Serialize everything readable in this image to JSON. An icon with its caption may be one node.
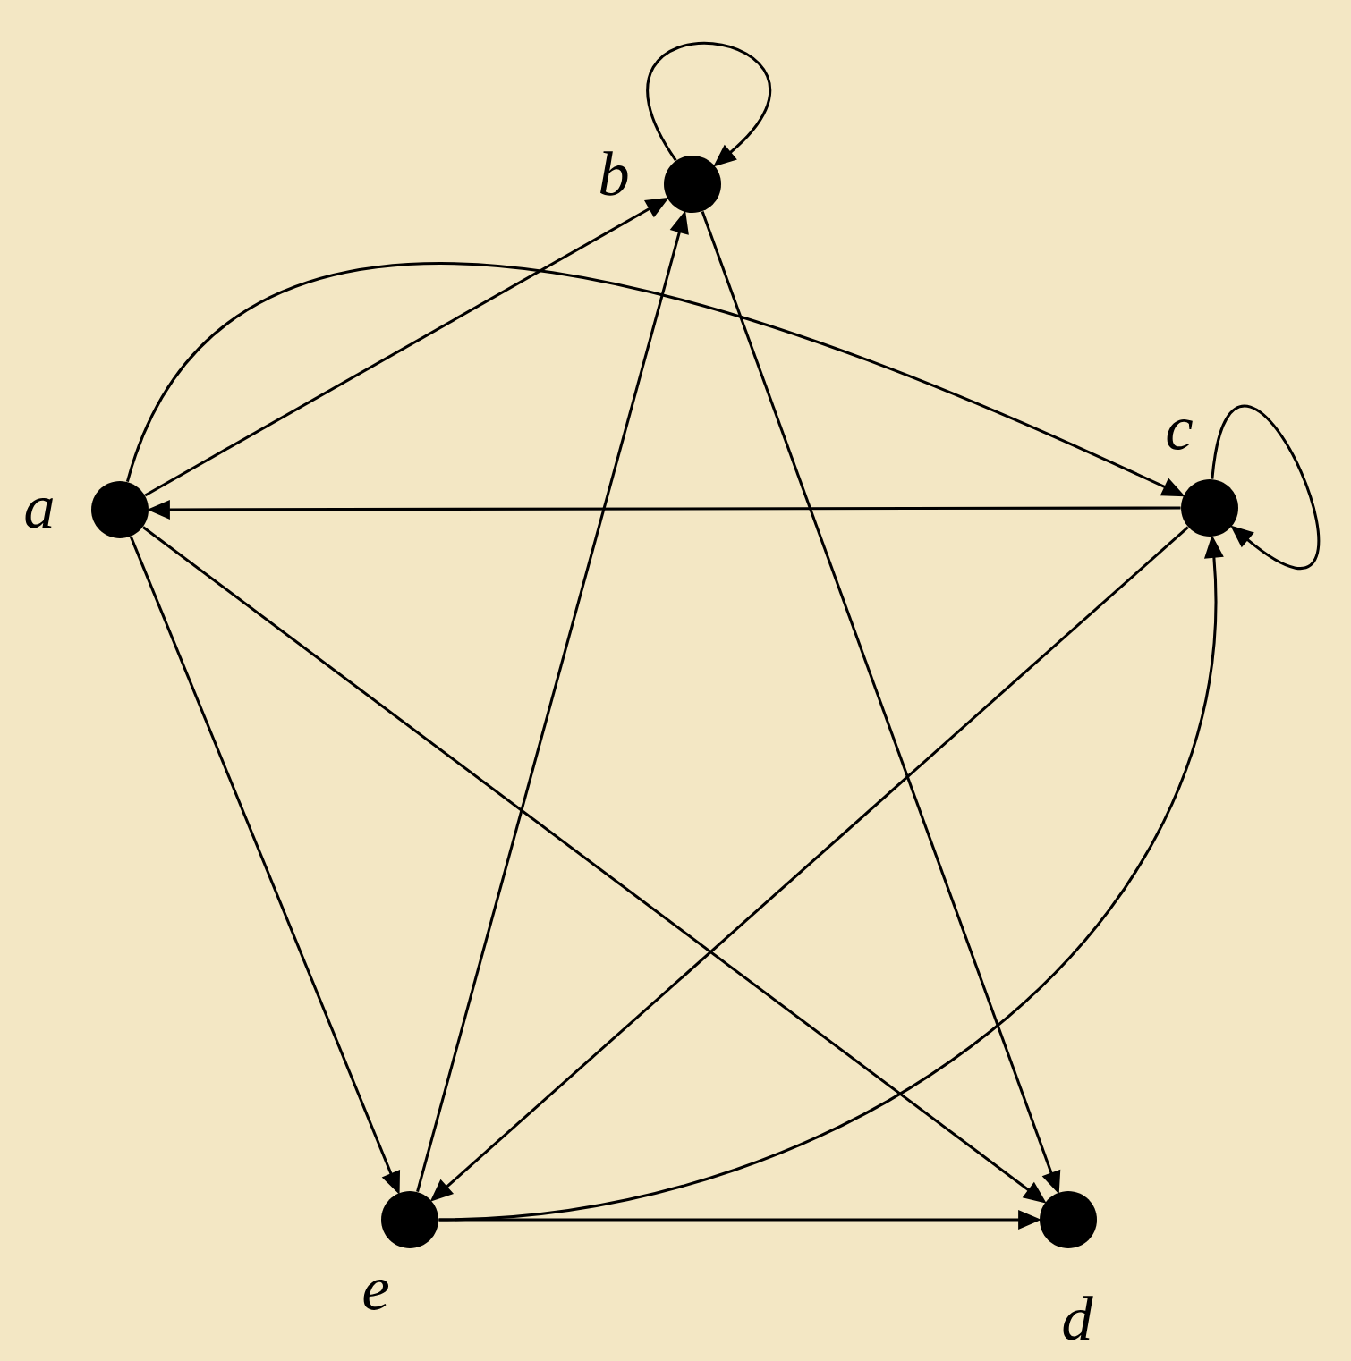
{
  "diagram": {
    "nodes": [
      {
        "text": [],
        "shape": "circle",
        "beside": [
          "a"
        ]
      },
      {
        "text": [],
        "shape": "circle",
        "beside": [
          "b"
        ]
      },
      {
        "text": [],
        "shape": "circle",
        "beside": [
          "c"
        ]
      },
      {
        "text": [],
        "shape": "circle",
        "beside": [
          "d"
        ]
      },
      {
        "text": [],
        "shape": "circle",
        "beside": [
          "e"
        ]
      }
    ],
    "edges": [
      {
        "from": 0,
        "to": 1,
        "arrow": "to"
      },
      {
        "from": 1,
        "to": 1,
        "arrow": "to"
      },
      {
        "from": 0,
        "to": 2,
        "arrow": "to"
      },
      {
        "from": 2,
        "to": 0,
        "arrow": "to"
      },
      {
        "from": 2,
        "to": 2,
        "arrow": "to"
      },
      {
        "from": 0,
        "to": 4,
        "arrow": "to"
      },
      {
        "from": 0,
        "to": 3,
        "arrow": "to"
      },
      {
        "from": 1,
        "to": 3,
        "arrow": "to"
      },
      {
        "from": 4,
        "to": 1,
        "arrow": "to"
      },
      {
        "from": 2,
        "to": 4,
        "arrow": "to"
      },
      {
        "from": 4,
        "to": 2,
        "arrow": "to"
      },
      {
        "from": 4,
        "to": 3,
        "arrow": "to"
      }
    ]
  }
}
